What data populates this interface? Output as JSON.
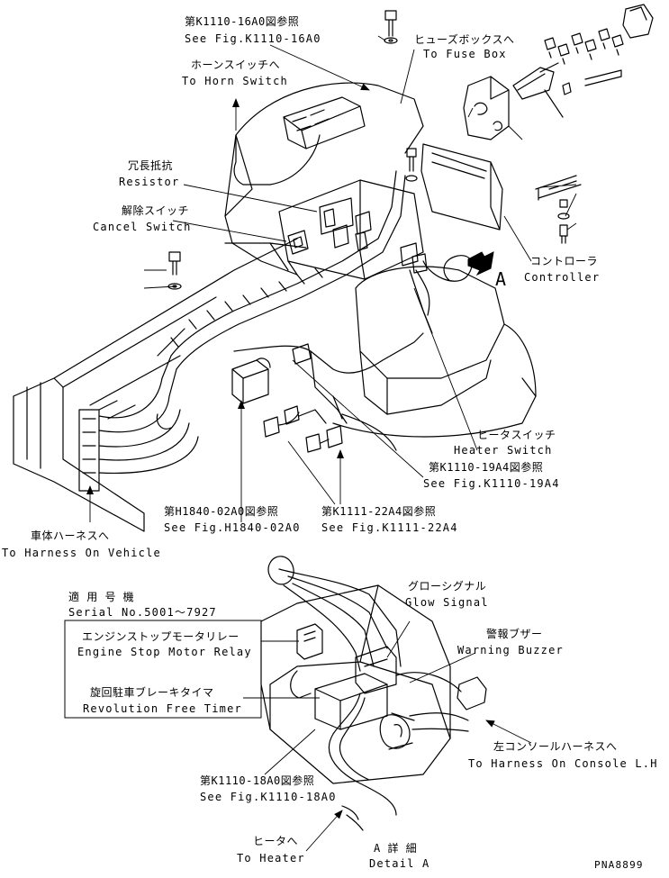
{
  "labels": {
    "see_16a0_jp": "第K1110-16A0図参照",
    "see_16a0_en": "See Fig.K1110-16A0",
    "fuse_box_jp": "ヒューズボックスへ",
    "fuse_box_en": "To Fuse Box",
    "horn_jp": "ホーンスイッチへ",
    "horn_en": "To Horn Switch",
    "resistor_jp": "冗長抵抗",
    "resistor_en": "Resistor",
    "cancel_jp": "解除スイッチ",
    "cancel_en": "Cancel Switch",
    "controller_jp": "コントローラ",
    "controller_en": "Controller",
    "detail_marker": "A",
    "heater_switch_jp": "ヒータスイッチ",
    "heater_switch_en": "Heater Switch",
    "see_19a4_jp": "第K1110-19A4図参照",
    "see_19a4_en": "See Fig.K1110-19A4",
    "see_h1840_jp": "第H1840-02A0図参照",
    "see_h1840_en": "See Fig.H1840-02A0",
    "see_22a4_jp": "第K1111-22A4図参照",
    "see_22a4_en": "See Fig.K1111-22A4",
    "vehicle_jp": "車体ハーネスへ",
    "vehicle_en": "To Harness On Vehicle",
    "serial_jp": "適 用 号 機",
    "serial_en": "Serial No.5001～7927",
    "glow_jp": "グローシグナル",
    "glow_en": "Glow Signal",
    "buzzer_jp": "警報ブザー",
    "buzzer_en": "Warning Buzzer",
    "relay_jp": "エンジンストップモータリレー",
    "relay_en": "Engine Stop Motor Relay",
    "timer_jp": "旋回駐車ブレーキタイマ",
    "timer_en": "Revolution Free Timer",
    "console_jp": "左コンソールハーネスへ",
    "console_en": "To Harness On Console L.H",
    "see_18a0_jp": "第K1110-18A0図参照",
    "see_18a0_en": "See Fig.K1110-18A0",
    "heater_jp": "ヒータへ",
    "heater_en": "To Heater",
    "detail_a_jp": "A  詳  細",
    "detail_a_en": "Detail A",
    "drawing_no": "PNA8899"
  }
}
